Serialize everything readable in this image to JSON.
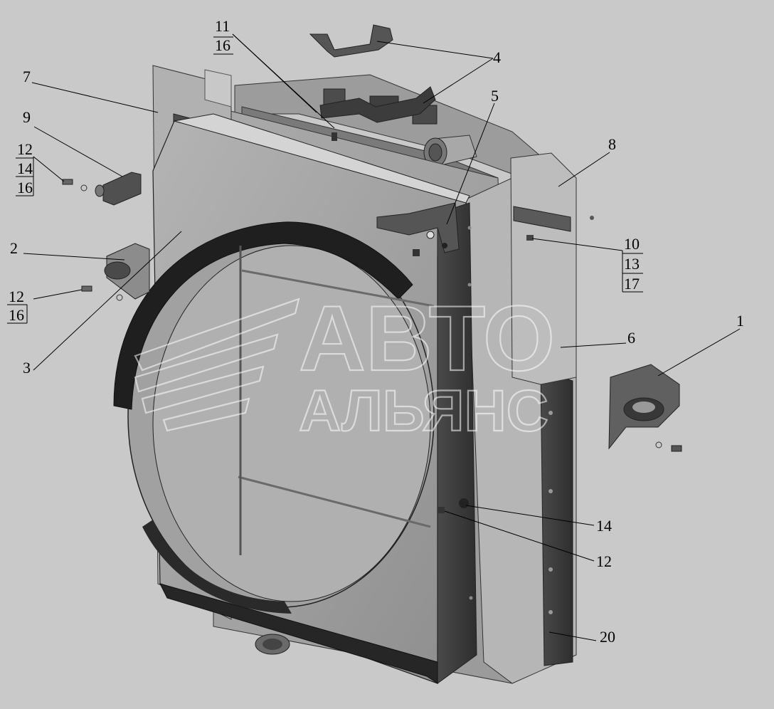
{
  "diagram": {
    "watermark": {
      "line1": "АВТО",
      "line2": "АЛЬЯНС"
    },
    "callouts": {
      "c1": "1",
      "c2": "2",
      "c3": "3",
      "c4": "4",
      "c5": "5",
      "c6": "6",
      "c7": "7",
      "c8": "8",
      "c9": "9",
      "c10": "10",
      "c11": "11",
      "c12a": "12",
      "c12b": "12",
      "c12c": "12",
      "c13": "13",
      "c14a": "14",
      "c14b": "14",
      "c16a": "16",
      "c16b": "16",
      "c16c": "16",
      "c17": "17",
      "c20": "20"
    }
  }
}
